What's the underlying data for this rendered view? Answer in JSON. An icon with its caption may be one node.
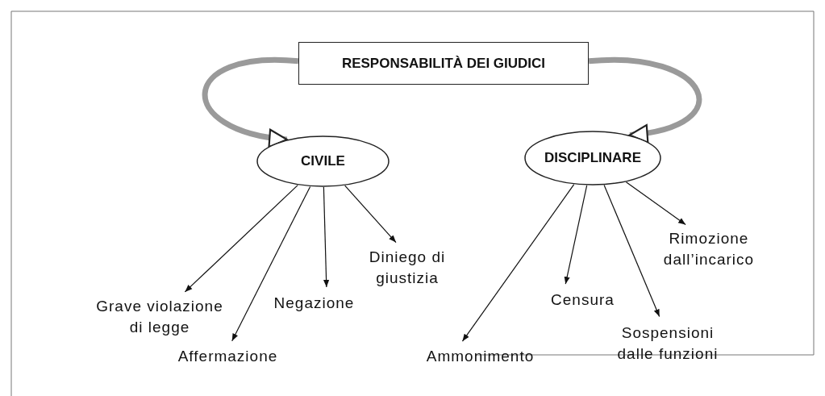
{
  "diagram": {
    "nodes": [
      {
        "text": [
          "RESPONSABILITÀ DEI GIUDICI"
        ]
      },
      {
        "text": [
          "CIVILE"
        ]
      },
      {
        "text": [
          "DISCIPLINARE"
        ]
      },
      {
        "text": [
          "Grave violazione di legge"
        ]
      },
      {
        "text": [
          "Affermazione"
        ]
      },
      {
        "text": [
          "Negazione"
        ]
      },
      {
        "text": [
          "Diniego di giustizia"
        ]
      },
      {
        "text": [
          "Ammonimento"
        ]
      },
      {
        "text": [
          "Censura"
        ]
      },
      {
        "text": [
          "Sospensioni dalle funzioni"
        ]
      },
      {
        "text": [
          "Rimozione dall’incarico"
        ]
      }
    ],
    "edges": [
      {
        "from": 0,
        "to": 1,
        "arrow": "to",
        "style": "thick",
        "color": "#9a9a9a"
      },
      {
        "from": 0,
        "to": 2,
        "arrow": "to",
        "style": "thick",
        "color": "#9a9a9a"
      },
      {
        "from": 1,
        "to": 3,
        "arrow": "to"
      },
      {
        "from": 1,
        "to": 4,
        "arrow": "to"
      },
      {
        "from": 1,
        "to": 5,
        "arrow": "to"
      },
      {
        "from": 1,
        "to": 6,
        "arrow": "to"
      },
      {
        "from": 2,
        "to": 7,
        "arrow": "to"
      },
      {
        "from": 2,
        "to": 8,
        "arrow": "to"
      },
      {
        "from": 2,
        "to": 9,
        "arrow": "to"
      },
      {
        "from": 2,
        "to": 10,
        "arrow": "to"
      }
    ]
  }
}
